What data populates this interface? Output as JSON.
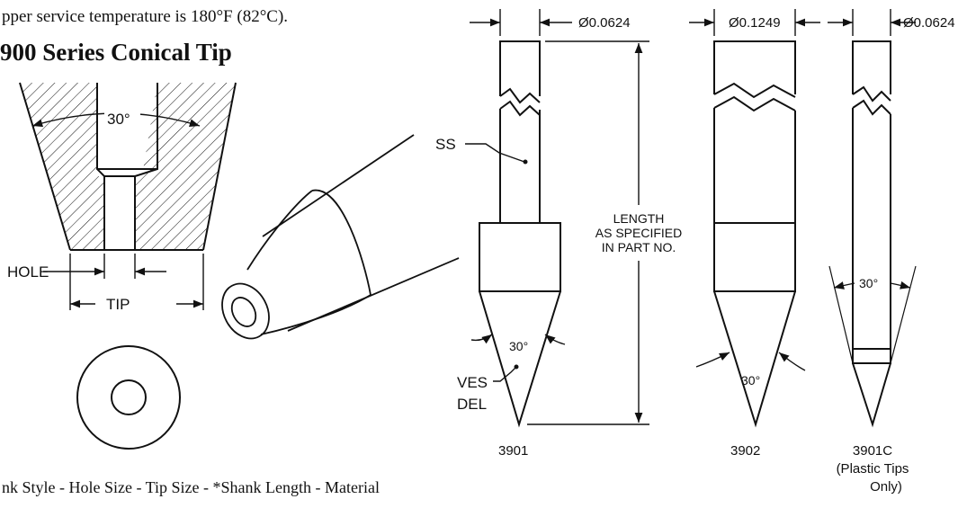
{
  "header": {
    "service_line": "pper service temperature is 180°F (82°C).",
    "section_title": "900 Series Conical Tip"
  },
  "footer": {
    "ordering_line": "nk Style - Hole Size - Tip Size - *Shank Length - Material"
  },
  "left_detail": {
    "angle_label": "30°",
    "hole_label": "HOLE",
    "tip_label": "TIP"
  },
  "tip_3901": {
    "diameter_label": "Ø0.0624",
    "ss_label": "SS",
    "length_label_1": "LENGTH",
    "length_label_2": "AS SPECIFIED",
    "length_label_3": "IN PART NO.",
    "angle_label": "30°",
    "ves_label": "VES",
    "del_label": "DEL",
    "part_number": "3901"
  },
  "tip_3902": {
    "diameter_label": "Ø0.1249",
    "angle_label": "30°",
    "part_number": "3902"
  },
  "tip_3901c": {
    "diameter_label": "Ø0.0624",
    "angle_label": "30°",
    "part_number": "3901C",
    "note_1": "(Plastic Tips",
    "note_2": "Only)"
  },
  "colors": {
    "line": "#111111",
    "background": "#ffffff"
  }
}
